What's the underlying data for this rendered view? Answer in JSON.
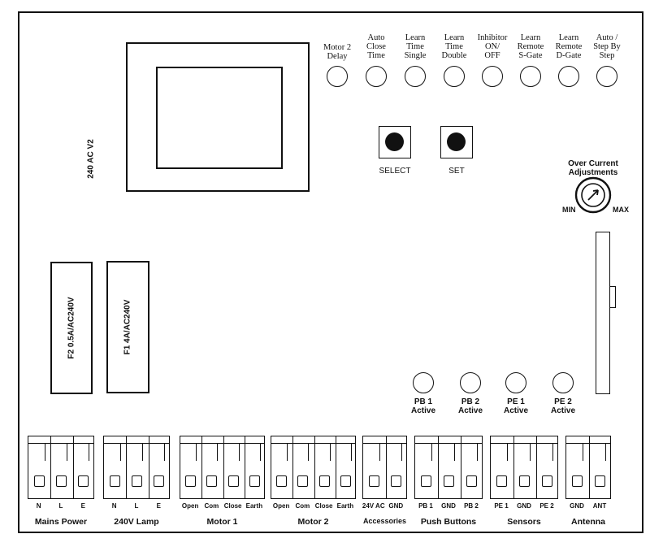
{
  "board_label": "240 AC V2",
  "dip_switches": [
    {
      "label": "Motor 2\nDelay"
    },
    {
      "label": "Auto\nClose\nTime"
    },
    {
      "label": "Learn\nTime\nSingle"
    },
    {
      "label": "Learn\nTime\nDouble"
    },
    {
      "label": "Inhibitor\nON/\nOFF"
    },
    {
      "label": "Learn\nRemote\nS-Gate"
    },
    {
      "label": "Learn\nRemote\nD-Gate"
    },
    {
      "label": "Auto /\nStep By\nStep"
    }
  ],
  "buttons": {
    "select": "SELECT",
    "set": "SET"
  },
  "over_current": {
    "title": "Over Current\nAdjustments",
    "min": "MIN",
    "max": "MAX"
  },
  "fuses": {
    "f2": "F2 0.5A/AC240V",
    "f1": "F1 4A/AC240V"
  },
  "status_leds": [
    {
      "label": "PB 1\nActive"
    },
    {
      "label": "PB 2\nActive"
    },
    {
      "label": "PE 1\nActive"
    },
    {
      "label": "PE 2\nActive"
    }
  ],
  "terminals": [
    {
      "group": "Mains Power",
      "pins": [
        "N",
        "L",
        "E"
      ]
    },
    {
      "group": "240V Lamp",
      "pins": [
        "N",
        "L",
        "E"
      ]
    },
    {
      "group": "Motor 1",
      "pins": [
        "Open",
        "Com",
        "Close",
        "Earth"
      ]
    },
    {
      "group": "Motor 2",
      "pins": [
        "Open",
        "Com",
        "Close",
        "Earth"
      ]
    },
    {
      "group": "Accessories",
      "pins": [
        "24V AC",
        "GND"
      ]
    },
    {
      "group": "Push Buttons",
      "pins": [
        "PB 1",
        "GND",
        "PB 2"
      ]
    },
    {
      "group": "Sensors",
      "pins": [
        "PE 1",
        "GND",
        "PE 2"
      ]
    },
    {
      "group": "Antenna",
      "pins": [
        "GND",
        "ANT"
      ]
    }
  ]
}
